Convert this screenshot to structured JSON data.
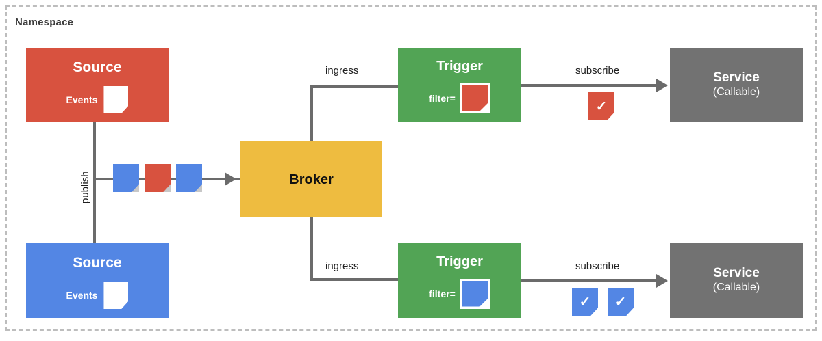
{
  "diagram": {
    "namespace_label": "Namespace",
    "colors": {
      "red": "#d8523f",
      "blue": "#5386e4",
      "green": "#52a455",
      "yellow": "#eebc40",
      "gray": "#727272",
      "line": "#6b6b6b",
      "border_dashed": "#bdbdbd",
      "background": "#ffffff"
    },
    "nodes": {
      "source_red": {
        "title": "Source",
        "events_label": "Events",
        "event_card_color": "white",
        "box_color": "red"
      },
      "source_blue": {
        "title": "Source",
        "events_label": "Events",
        "event_card_color": "white",
        "box_color": "blue"
      },
      "broker": {
        "title": "Broker",
        "box_color": "yellow"
      },
      "trigger_top": {
        "title": "Trigger",
        "filter_label": "filter=",
        "filter_card_color": "red",
        "box_color": "green"
      },
      "trigger_bottom": {
        "title": "Trigger",
        "filter_label": "filter=",
        "filter_card_color": "blue",
        "box_color": "green"
      },
      "service_top": {
        "title": "Service",
        "subtitle": "(Callable)",
        "box_color": "gray"
      },
      "service_bottom": {
        "title": "Service",
        "subtitle": "(Callable)",
        "box_color": "gray"
      }
    },
    "edges": {
      "publish_label": "publish",
      "ingress_top_label": "ingress",
      "ingress_bottom_label": "ingress",
      "subscribe_top_label": "subscribe",
      "subscribe_bottom_label": "subscribe"
    },
    "event_stream": {
      "cards": [
        "blue",
        "red",
        "blue"
      ]
    },
    "delivered_top": {
      "cards": [
        {
          "color": "red",
          "glyph": "✓"
        }
      ]
    },
    "delivered_bottom": {
      "cards": [
        {
          "color": "blue",
          "glyph": "✓"
        },
        {
          "color": "blue",
          "glyph": "✓"
        }
      ]
    }
  }
}
